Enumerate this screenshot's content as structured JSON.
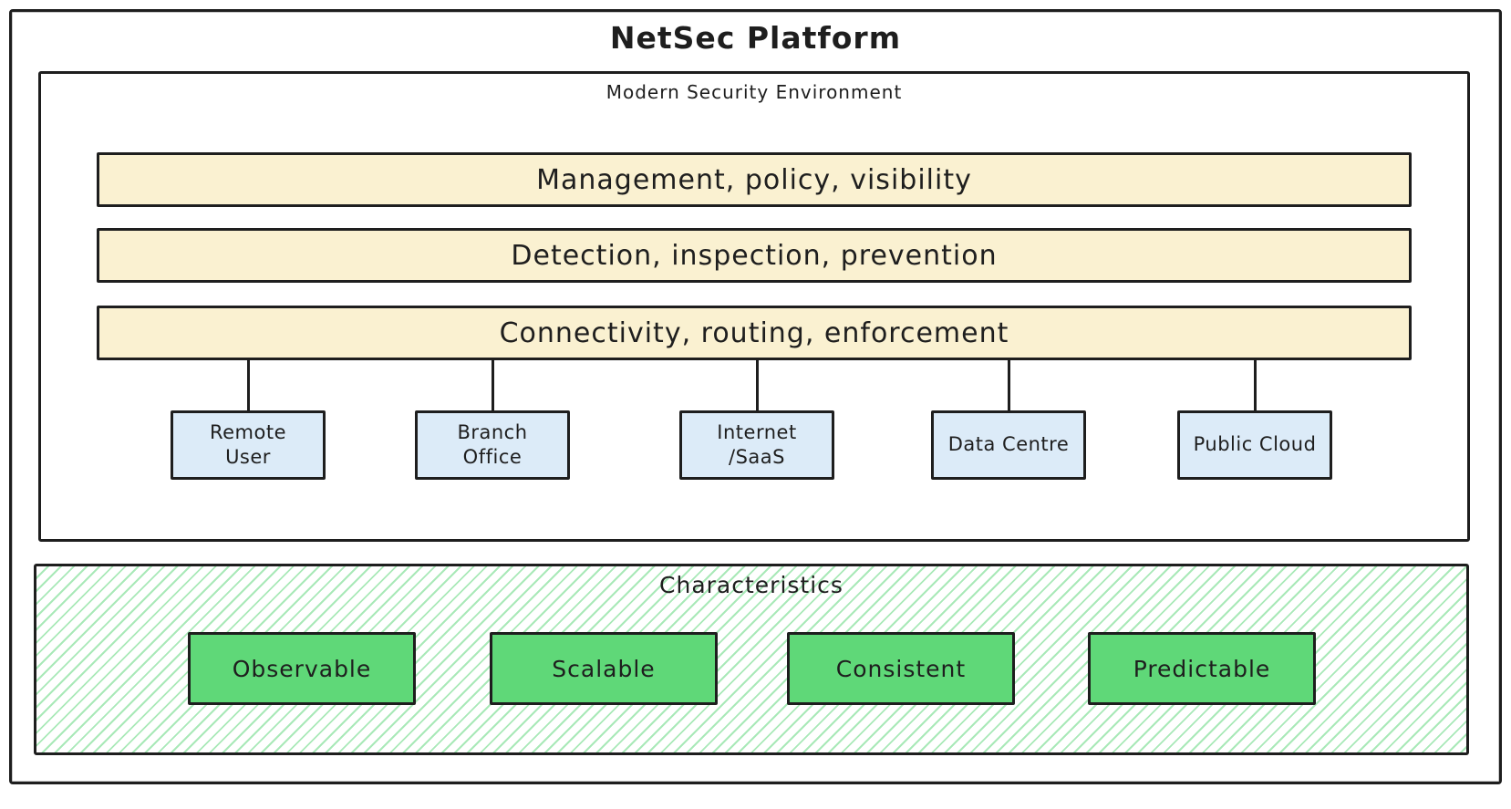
{
  "title": "NetSec Platform",
  "environment": {
    "title": "Modern Security Environment",
    "layers": [
      {
        "label": "Management, policy, visibility"
      },
      {
        "label": "Detection, inspection, prevention"
      },
      {
        "label": "Connectivity, routing, enforcement"
      }
    ],
    "endpoints": [
      {
        "label": "Remote\nUser"
      },
      {
        "label": "Branch\nOffice"
      },
      {
        "label": "Internet\n/SaaS"
      },
      {
        "label": "Data Centre"
      },
      {
        "label": "Public Cloud"
      }
    ]
  },
  "characteristics": {
    "title": "Characteristics",
    "items": [
      {
        "label": "Observable"
      },
      {
        "label": "Scalable"
      },
      {
        "label": "Consistent"
      },
      {
        "label": "Predictable"
      }
    ]
  },
  "colors": {
    "stroke": "#1e1e1e",
    "layer_fill": "#faf1d1",
    "endpoint_fill": "#dcebf8",
    "characteristic_fill": "#5fd878",
    "hatch_line": "#a9e9b8"
  }
}
